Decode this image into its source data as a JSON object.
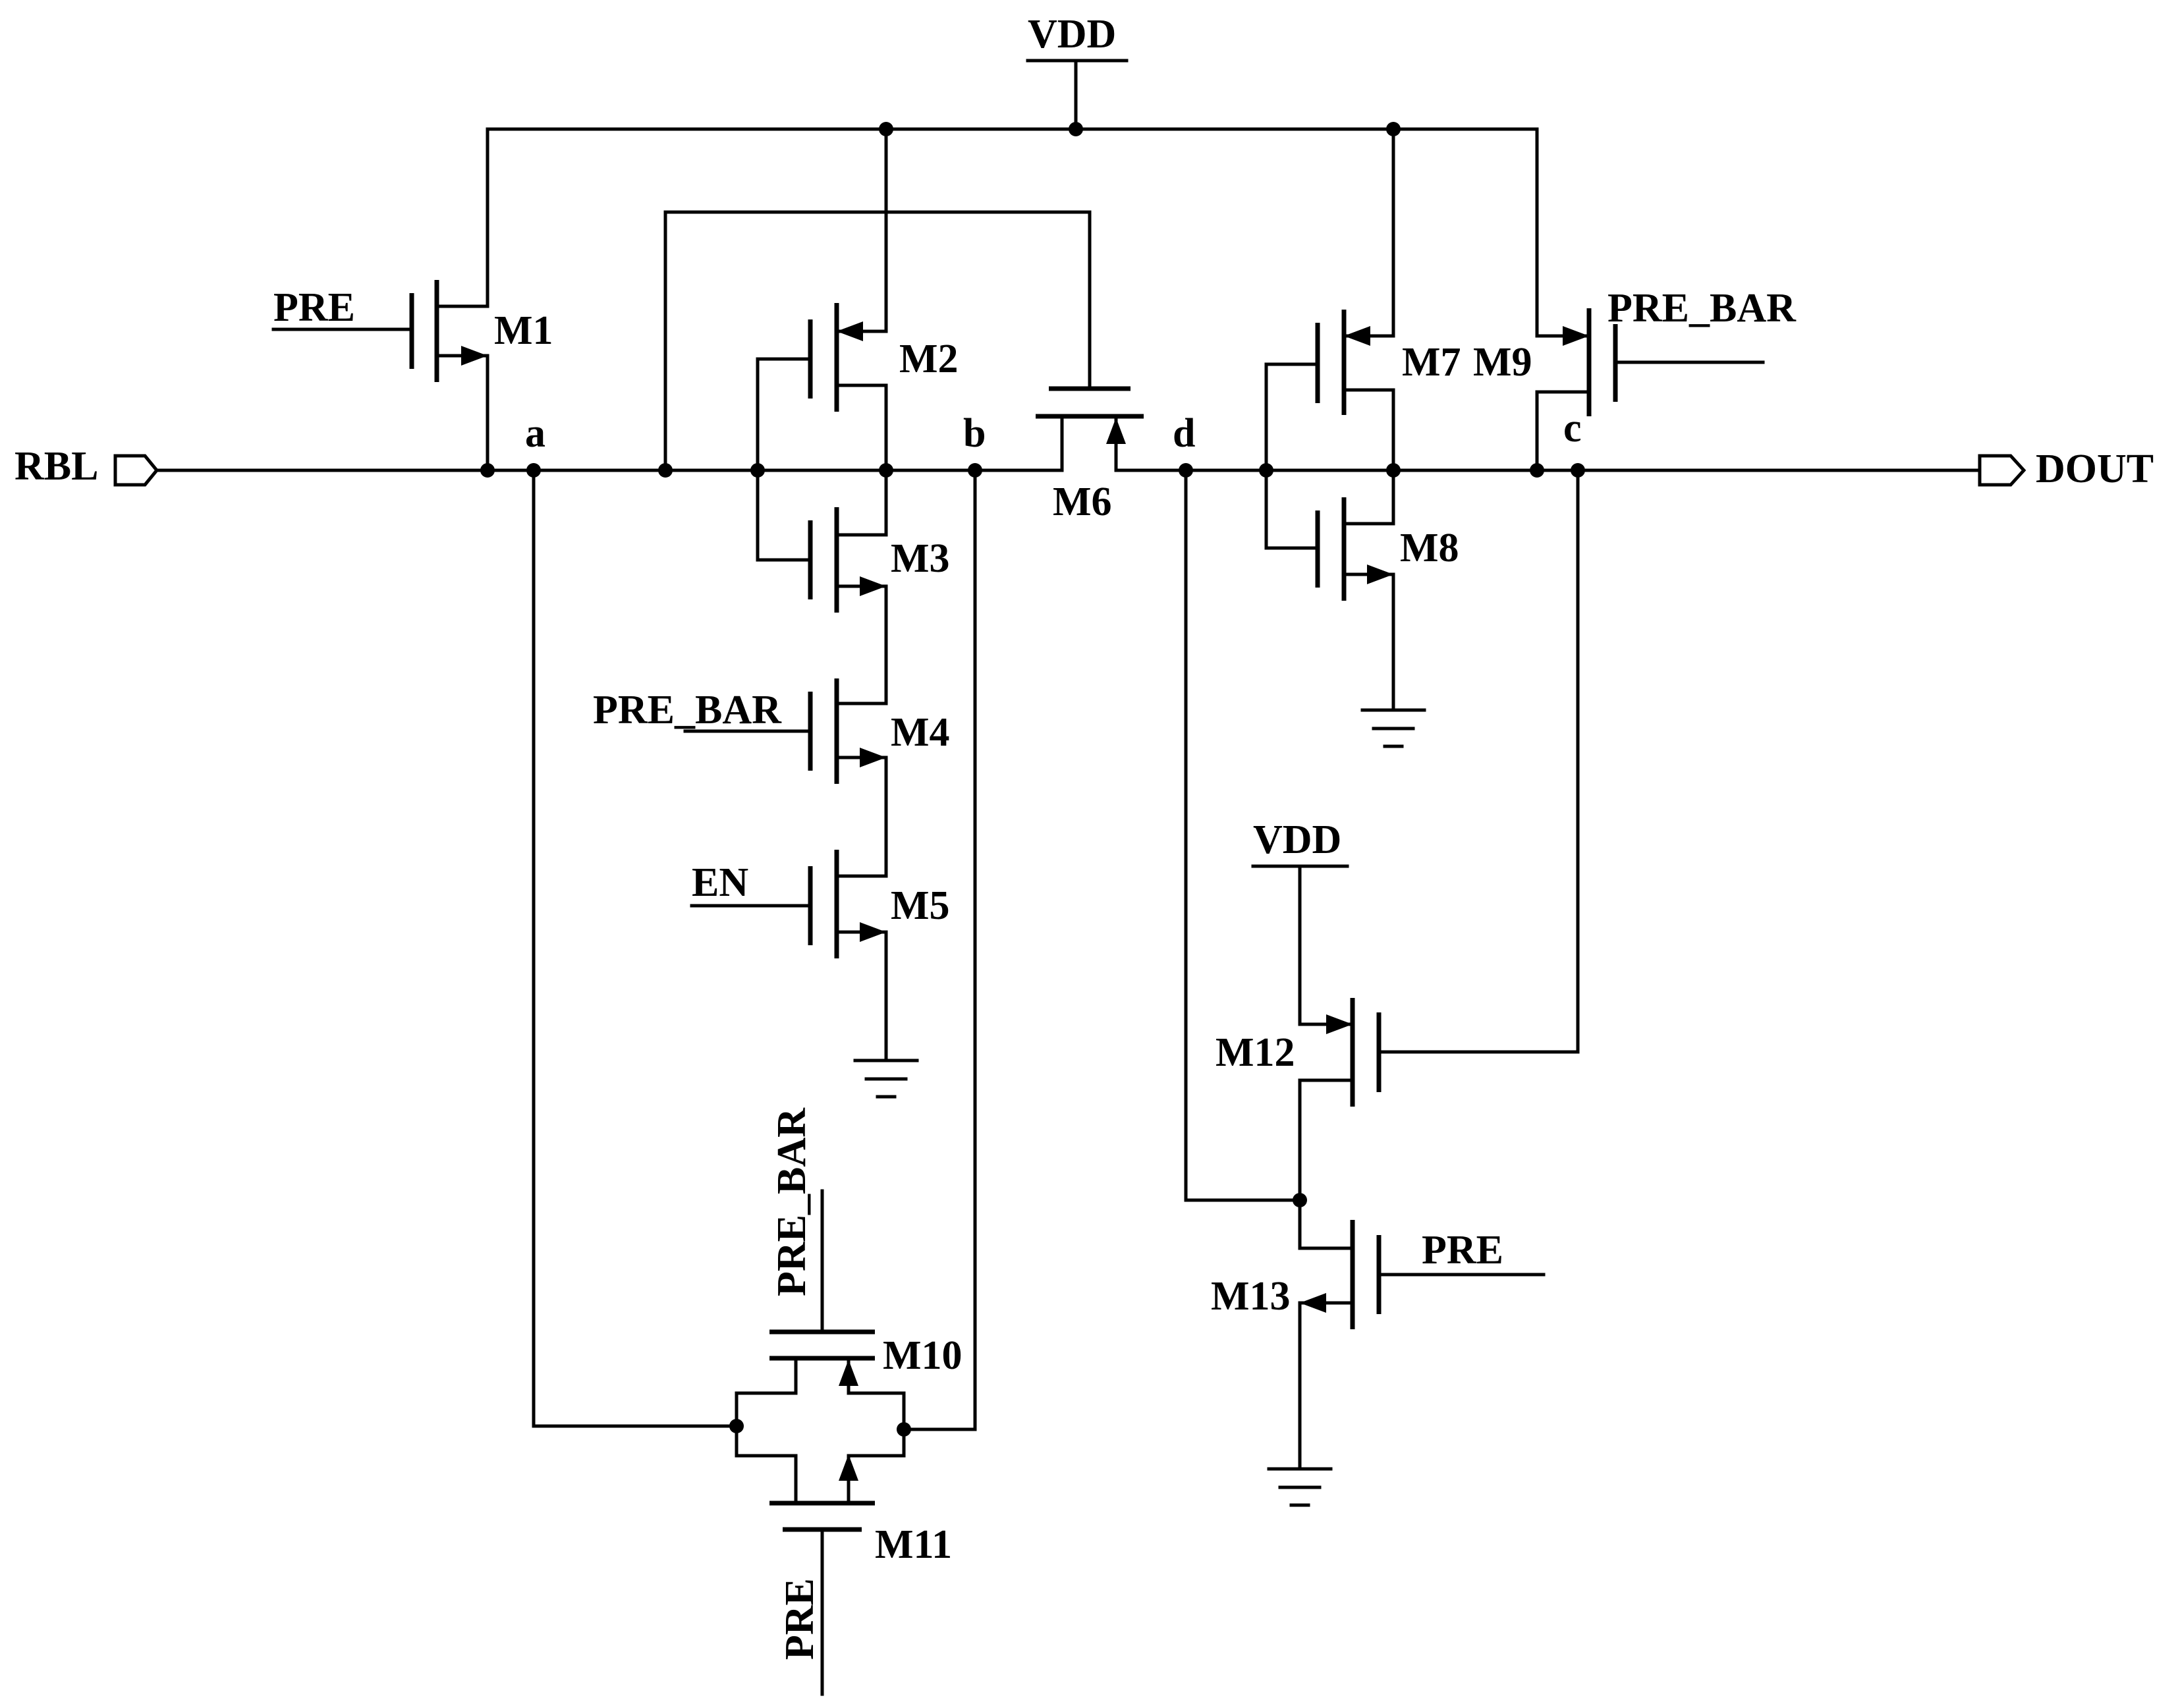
{
  "ports": {
    "input": "RBL",
    "output": "DOUT"
  },
  "supplies": {
    "vdd_top": "VDD",
    "vdd_bottom": "VDD"
  },
  "nodes": {
    "a": "a",
    "b": "b",
    "c": "c",
    "d": "d"
  },
  "transistors": {
    "m1": "M1",
    "m2": "M2",
    "m3": "M3",
    "m4": "M4",
    "m5": "M5",
    "m6": "M6",
    "m7": "M7",
    "m8": "M8",
    "m9": "M9",
    "m10": "M10",
    "m11": "M11",
    "m12": "M12",
    "m13": "M13"
  },
  "signals": {
    "m1_gate": "PRE",
    "m4_gate": "PRE_BAR",
    "m5_gate": "EN",
    "m9_gate": "PRE_BAR",
    "m10_gate": "PRE_BAR",
    "m11_gate": "PRE",
    "m13_gate": "PRE"
  }
}
